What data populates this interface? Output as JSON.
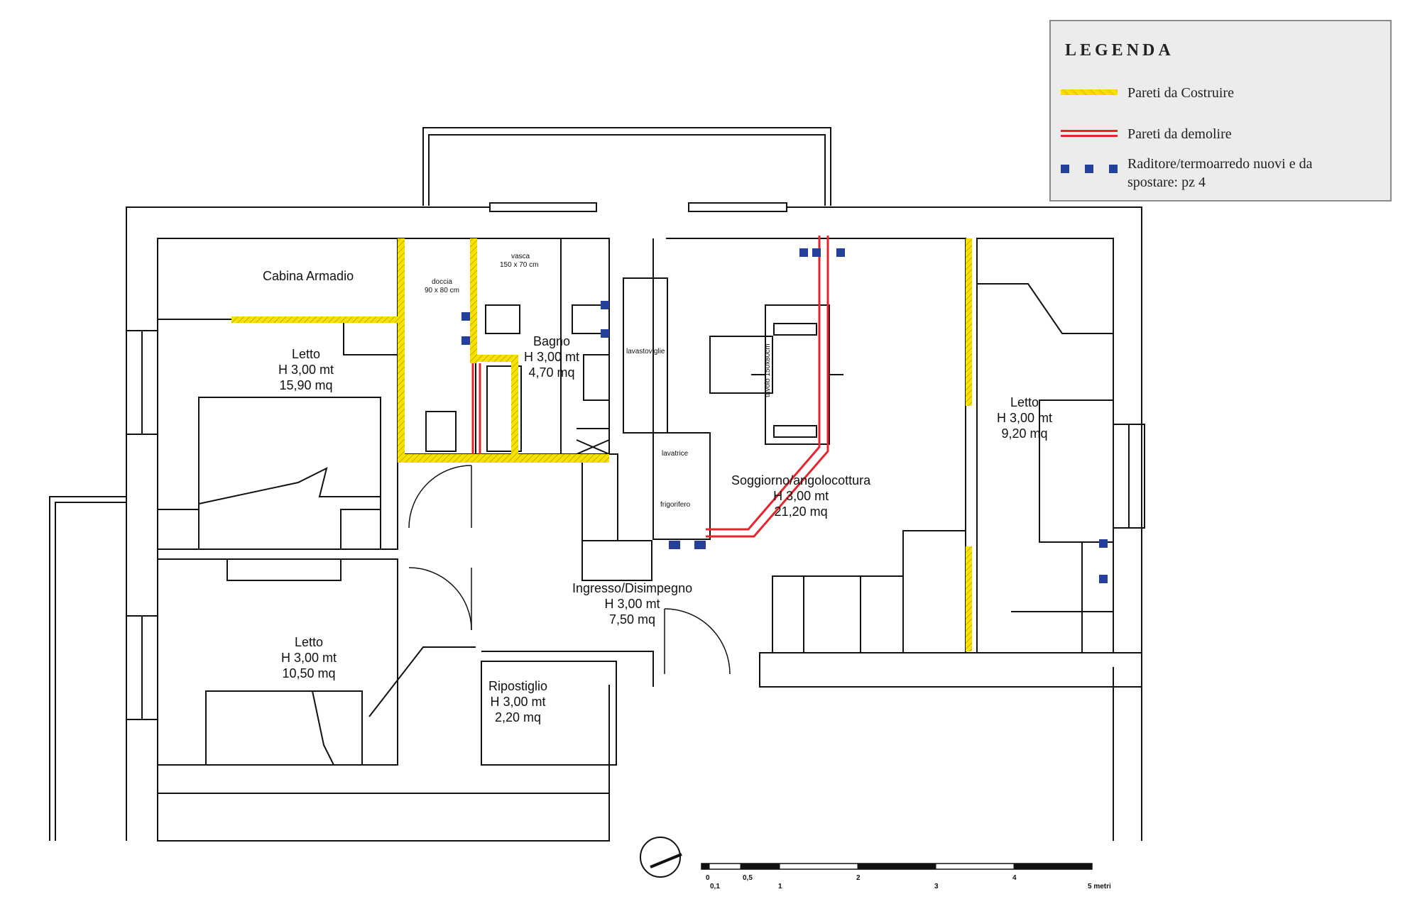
{
  "legend": {
    "title": "LEGENDA",
    "items": [
      {
        "label": "Pareti da Costruire",
        "color": "#f6e400"
      },
      {
        "label": "Pareti da demolire",
        "color": "#e5242b"
      },
      {
        "label": "Raditore/termoarredo nuovi e da spostare: pz 4",
        "color": "#24409a"
      }
    ]
  },
  "rooms": {
    "cabina": {
      "name": "Cabina Armadio"
    },
    "letto1": {
      "name": "Letto",
      "height": "H 3,00 mt",
      "area": "15,90 mq"
    },
    "bagno": {
      "name": "Bagno",
      "height": "H 3,00 mt",
      "area": "4,70 mq"
    },
    "soggiorno": {
      "name": "Soggiorno/angolocottura",
      "height": "H 3,00 mt",
      "area": "21,20 mq"
    },
    "letto2": {
      "name": "Letto",
      "height": "H 3,00 mt",
      "area": "9,20 mq"
    },
    "letto3": {
      "name": "Letto",
      "height": "H 3,00 mt",
      "area": "10,50 mq"
    },
    "ingresso": {
      "name": "Ingresso/Disimpegno",
      "height": "H 3,00 mt",
      "area": "7,50 mq"
    },
    "ripostiglio": {
      "name": "Ripostiglio",
      "height": "H 3,00 mt",
      "area": "2,20 mq"
    }
  },
  "fixtures": {
    "doccia": "doccia",
    "doccia_size": "90 x 80 cm",
    "vasca": "vasca",
    "vasca_size": "150 x 70 cm",
    "lavastoviglie": "lavastoviglie",
    "lavatrice": "lavatrice",
    "frigorifero": "frigorifero",
    "tavolo": "tavolo 150x80cm"
  },
  "scale": {
    "ticks": [
      "0",
      "0,1",
      "0,5",
      "1",
      "2",
      "3",
      "4",
      "5 metri"
    ]
  },
  "colors": {
    "wall": "#111111",
    "new_wall": "#f6e400",
    "demolish": "#e5242b",
    "radiator": "#24409a"
  }
}
